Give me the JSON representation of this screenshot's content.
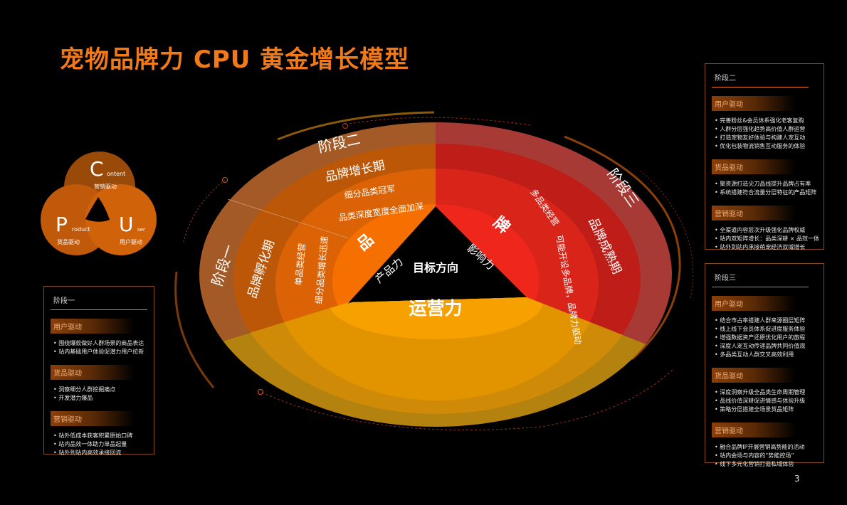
{
  "title": "宠物品牌力 CPU 黄金增长模型",
  "page_number": "3",
  "venn": {
    "c": {
      "letter": "C",
      "word": "ontent",
      "label": "营销驱动"
    },
    "p": {
      "letter": "P",
      "word": "roduct",
      "label": "货品驱动"
    },
    "u": {
      "letter": "U",
      "word": "ser",
      "label": "用户驱动"
    }
  },
  "diagram": {
    "center": "目标方向",
    "stage1": {
      "stage": "阶段一",
      "period": "品牌孵化期",
      "line1": "单品类经营",
      "line2": "细分品类增长迅速"
    },
    "stage2": {
      "stage": "阶段二",
      "period": "品牌增长期",
      "line1": "细分品类冠军",
      "line2": "品类深度宽度全面加深"
    },
    "stage3": {
      "stage": "阶段三",
      "period": "品牌成熟期",
      "line1": "多品类经营",
      "line2": "可能开设多品牌，品牌力驱动"
    },
    "product": {
      "big": "品",
      "small": "产品力"
    },
    "brand": {
      "big": "牌",
      "small": "影响力"
    },
    "ops": "运营力"
  },
  "colors": {
    "accent": "#f07a1a",
    "left": "#f57000",
    "right": "#ee261c",
    "bottom": "#f7a100"
  },
  "panels": {
    "stage1": {
      "title": "阶段一",
      "sections": [
        {
          "name": "用户驱动",
          "items": [
            "围绕爆款做好人群场景的商品表达",
            "站内基础用户体验促潜力用户拉新"
          ]
        },
        {
          "name": "货品驱动",
          "items": [
            "洞察细分人群挖掘痛点",
            "开发潜力爆品"
          ]
        },
        {
          "name": "营销驱动",
          "items": [
            "站外低成本获客积累原始口碑",
            "站内品效一体助力单品起量",
            "站外到站内高效承接回流"
          ]
        }
      ]
    },
    "stage2": {
      "title": "阶段二",
      "sections": [
        {
          "name": "用户驱动",
          "items": [
            "完善粉丝&会员体系强化老客复购",
            "人群分层强化趋势高价值人群运营",
            "打造宠物友好体验与构建人宠互动",
            "优化包装物流销售互动服务的体验"
          ]
        },
        {
          "name": "货品驱动",
          "items": [
            "聚资源打造尖刀品线提升品牌占有率",
            "系统搭建符合流量分层特征的产品矩阵"
          ]
        },
        {
          "name": "营销驱动",
          "items": [
            "全渠道内容层次升级强化品牌权威",
            "站内双矩阵增长：品类深耕 × 品效一体",
            "站外到站内承接萌宠经济双域增长"
          ]
        }
      ]
    },
    "stage3": {
      "title": "阶段三",
      "sections": [
        {
          "name": "用户驱动",
          "items": [
            "结合市占率搭建人群来源圈层矩阵",
            "线上线下会员体系促进度服务体验",
            "增强数据资产还原优化用户的旅程",
            "深度人宠互动传递品牌共同价值观",
            "多品类互动人群交叉高效利用"
          ]
        },
        {
          "name": "货品驱动",
          "items": [
            "深度洞察升级全品类生命周期管理",
            "品线价值深耕促进情感与体验升级",
            "策略分层搭建全场景货品矩阵"
          ]
        },
        {
          "name": "营销驱动",
          "items": [
            "融合品牌IP开展营销高势能的活动",
            "站内会场与内容的“势能控场”",
            "线下多元化营销打造私域体验"
          ]
        }
      ]
    }
  }
}
